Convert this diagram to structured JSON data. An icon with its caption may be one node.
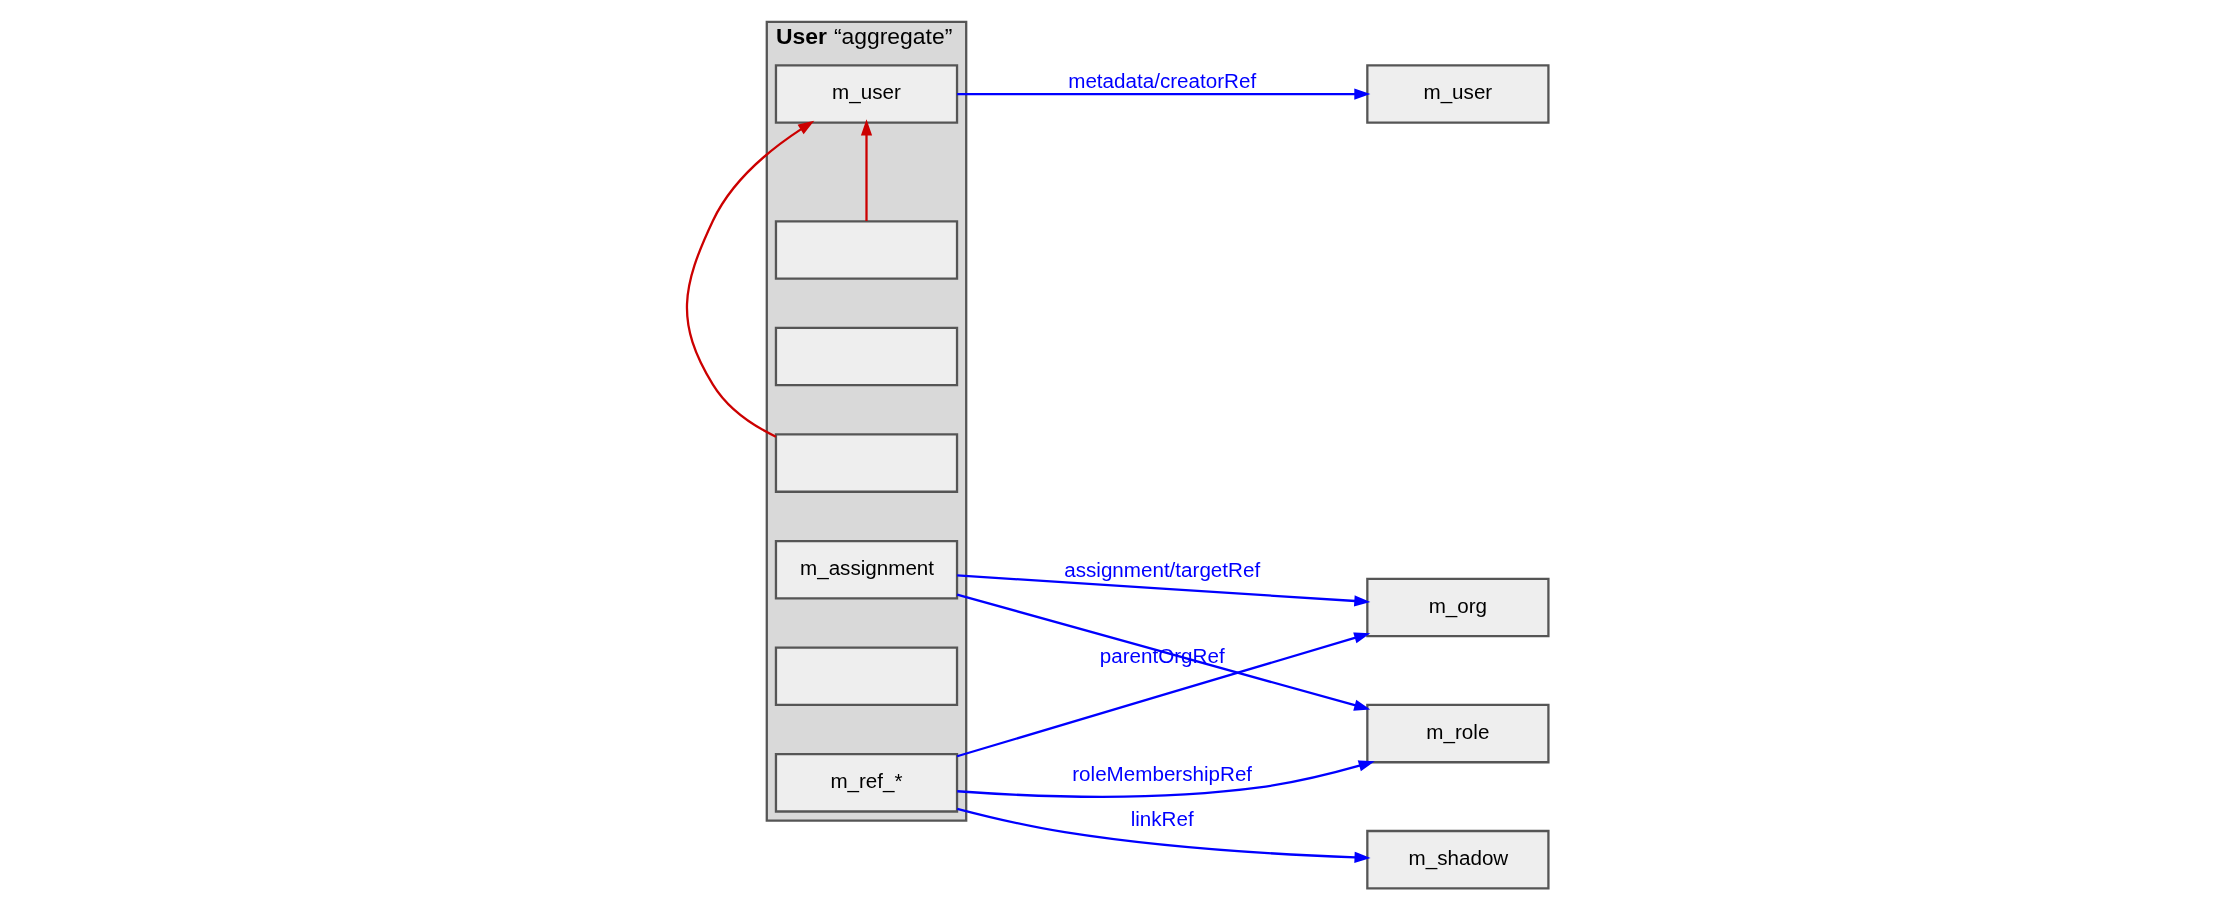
{
  "diagram": {
    "nodes": [
      {
        "text": [
          "**User** “aggregate”"
        ]
      },
      {
        "text": [
          "m_user"
        ],
        "in": 0
      },
      {
        "text": [],
        "shape": "box",
        "in": 0
      },
      {
        "text": [],
        "shape": "box",
        "in": 0
      },
      {
        "text": [
          "m_assignment"
        ],
        "in": 0
      },
      {
        "text": [],
        "shape": "box",
        "in": 0
      },
      {
        "text": [],
        "shape": "box",
        "in": 0
      },
      {
        "text": [
          "m_ref_*"
        ],
        "in": 0
      },
      {
        "text": [
          "m_user"
        ]
      },
      {
        "text": [
          "m_org"
        ]
      },
      {
        "text": [
          "m_role"
        ]
      },
      {
        "text": [
          "m_shadow"
        ]
      }
    ],
    "edges": [
      {
        "from": 1,
        "to": 8,
        "arrow": "to",
        "label": "metadata/creatorRef"
      },
      {
        "from": 2,
        "to": 1,
        "arrow": "to",
        "color": "#cc0000"
      },
      {
        "from": 5,
        "to": 1,
        "arrow": "to",
        "color": "#cc0000"
      },
      {
        "from": 4,
        "to": 9,
        "arrow": "to",
        "label": "assignment/targetRef"
      },
      {
        "from": 4,
        "to": 10,
        "arrow": "to"
      },
      {
        "from": 7,
        "to": 9,
        "arrow": "to",
        "label": "parentOrgRef"
      },
      {
        "from": 7,
        "to": 10,
        "arrow": "to",
        "label": "roleMembershipRef"
      },
      {
        "from": 7,
        "to": 11,
        "arrow": "to",
        "label": "linkRef"
      }
    ]
  }
}
